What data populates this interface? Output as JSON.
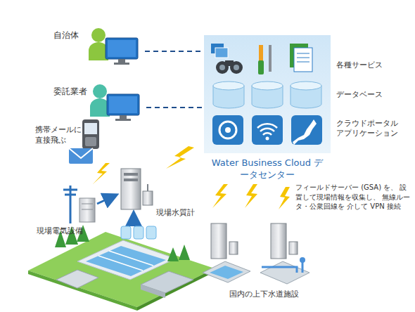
{
  "diagram": {
    "nodes": [
      {
        "text": [
          "Water Business Cloud データセンター"
        ]
      },
      {
        "text": [
          "自治体"
        ]
      },
      {
        "text": [
          "委託業者"
        ]
      }
    ],
    "edges": [
      {
        "from": 1,
        "to": 0,
        "arrow": "none"
      },
      {
        "from": 2,
        "to": 0,
        "arrow": "none"
      }
    ],
    "labels": [
      "各種サービス",
      "データベース",
      "クラウドポータル アプリケーション",
      "携帯メールに 直接飛ぶ",
      "現場電気設備",
      "現場水質計",
      "フィールドサーバー (GSA) を、 設置して現場情報を収集し、 無線ルータ・公衆回線を 介して VPN 接続",
      "国内の上下水道施設"
    ]
  }
}
